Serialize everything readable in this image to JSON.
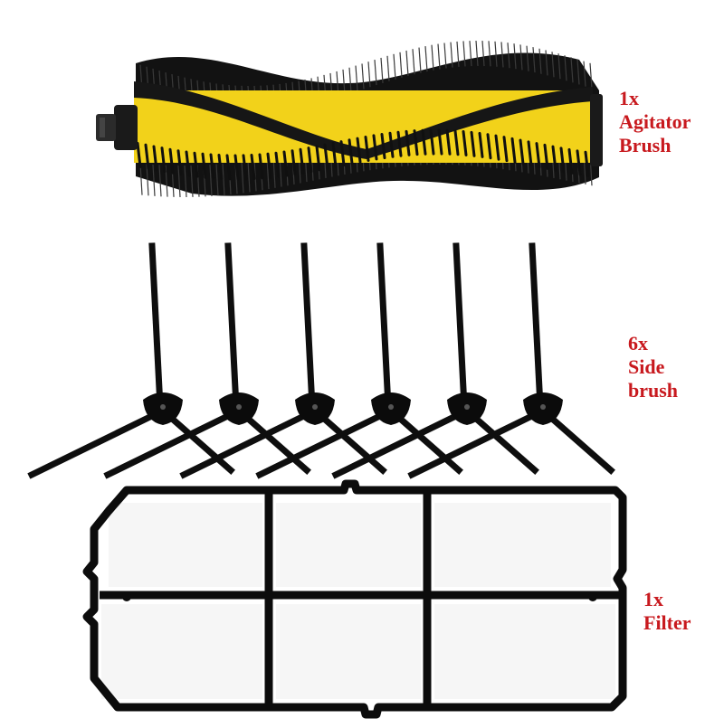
{
  "colors": {
    "label": "#c8191e",
    "brush_yellow": "#f2d21a",
    "bristle": "#111111",
    "frame": "#0c0c0c",
    "filter_pad": "#f7f7f7",
    "background": "#ffffff"
  },
  "items": [
    {
      "name": "agitator-brush",
      "quantity": "1x",
      "line1": "Agitator",
      "line2": "Brush",
      "icon": "roller-brush-icon"
    },
    {
      "name": "side-brush",
      "quantity": "6x",
      "line1": "Side",
      "line2": "brush",
      "icon": "side-brush-icon",
      "count": 6
    },
    {
      "name": "filter",
      "quantity": "1x",
      "line1": "Filter",
      "icon": "filter-icon"
    }
  ]
}
